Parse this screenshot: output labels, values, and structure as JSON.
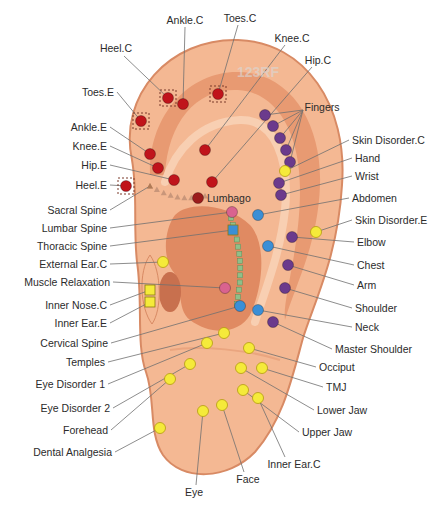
{
  "diagram": {
    "labels": [
      "Heel.C",
      "Ankle.C",
      "Toes.C",
      "Knee.C",
      "Hip.C",
      "Fingers",
      "Toes.E",
      "Ankle.E",
      "Knee.E",
      "Hip.E",
      "Heel.E",
      "Lumbago",
      "Skin Disorder.C",
      "Hand",
      "Wrist",
      "Abdomen",
      "Skin Disorder.E",
      "Elbow",
      "Chest",
      "Arm",
      "Shoulder",
      "Neck",
      "Master Shoulder",
      "Occiput",
      "TMJ",
      "Lower Jaw",
      "Upper Jaw",
      "Inner Ear.C",
      "Face",
      "Eye",
      "Sacral Spine",
      "Lumbar Spine",
      "Thoracic Spine",
      "External Ear.C",
      "Muscle Relaxation",
      "Inner Nose.C",
      "Inner Ear.E",
      "Cervical Spine",
      "Temples",
      "Eye Disorder 1",
      "Eye Disorder 2",
      "Forehead",
      "Dental Analgesia",
      "123RF"
    ]
  }
}
